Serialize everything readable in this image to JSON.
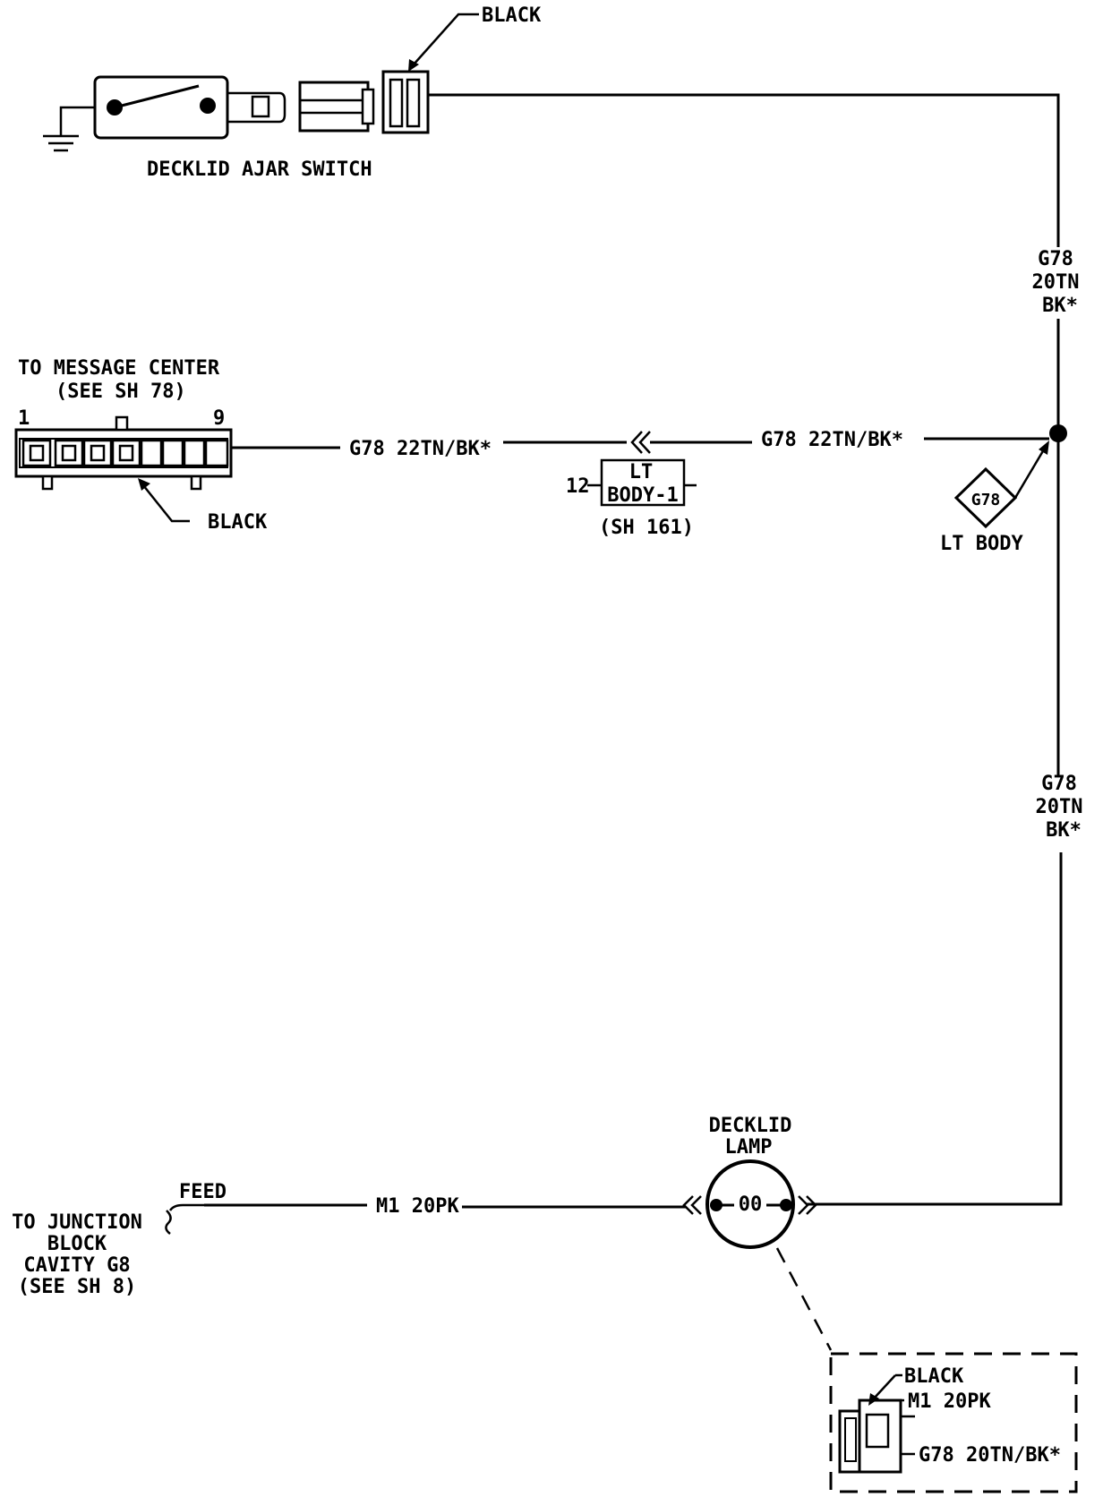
{
  "switch": {
    "name": "DECKLID AJAR SWITCH",
    "connector_color": "BLACK"
  },
  "wires": {
    "right_upper": [
      "G78",
      "20TN",
      "BK*"
    ],
    "right_lower": [
      "G78",
      "20TN",
      "BK*"
    ],
    "left_segment": "G78 22TN/BK*",
    "middle_segment": "G78 22TN/BK*",
    "bottom_segment": "M1 20PK"
  },
  "message_center": {
    "line1": "TO MESSAGE CENTER",
    "line2": "(SEE SH 78)",
    "pin_first": "1",
    "pin_last": "9",
    "connector_color": "BLACK"
  },
  "inline_connector": {
    "pin": "12",
    "line1": "LT",
    "line2": "BODY-1",
    "ref": "(SH 161)"
  },
  "ground": {
    "code": "G78",
    "location": "LT BODY"
  },
  "junction": {
    "lines": [
      "TO JUNCTION",
      "BLOCK",
      "CAVITY G8",
      "(SEE SH 8)"
    ],
    "feed": "FEED"
  },
  "lamp": {
    "line1": "DECKLID",
    "line2": "LAMP",
    "symbol": "00"
  },
  "inset": {
    "color": "BLACK",
    "wire1": "M1 20PK",
    "wire2": "G78 20TN/BK*"
  }
}
